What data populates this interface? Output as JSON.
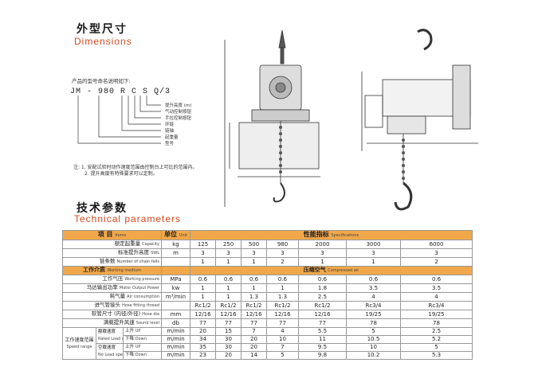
{
  "headings": {
    "dimensions_cn": "外型尺寸",
    "dimensions_en": "Dimensions",
    "technical_cn": "技术参数",
    "technical_en": "Technical parameters"
  },
  "model_naming": {
    "intro": "产品的型号命名说明如下:",
    "code": "JM - 980 R C S Q/3",
    "legend": [
      "提升高度 (m)",
      "气动控制按钮",
      "手拉控制按钮",
      "环链",
      "链轴",
      "起重量",
      "型号"
    ]
  },
  "notes": {
    "n1": "注: 1. 安配试验时动作速度范围由控制台上可比的范围内。",
    "n2": "2. 提升高度有特殊要求可以定制。"
  },
  "table": {
    "header": {
      "item_cn": "项 目",
      "item_en": "Items",
      "unit_cn": "单位",
      "unit_en": "Unit",
      "perf_cn": "性能指标",
      "perf_en": "Specifications"
    },
    "capacity": {
      "cn": "额定起重量",
      "en": "Capacity",
      "unit": "kg",
      "values": [
        "125",
        "250",
        "500",
        "980",
        "2000",
        "3000",
        "6000"
      ]
    },
    "lift": {
      "cn": "标准提升高度",
      "en": "SWL",
      "unit": "m",
      "values": [
        "3",
        "3",
        "3",
        "3",
        "3",
        "3",
        "3"
      ]
    },
    "chains": {
      "cn": "链条数",
      "en": "Number of chain falls",
      "unit": "",
      "values": [
        "1",
        "1",
        "1",
        "2",
        "1",
        "1",
        "2"
      ]
    },
    "medium": {
      "cn": "工作介质",
      "en": "Working medium",
      "value_cn": "压缩空气",
      "value_en": "Compressed air"
    },
    "pressure": {
      "cn": "工作气压",
      "en": "Working pressure",
      "unit": "MPa",
      "values": [
        "0.6",
        "0.6",
        "0.6",
        "0.6",
        "0.6",
        "0.6",
        "0.6"
      ]
    },
    "motor": {
      "cn": "马达输出功率",
      "en": "Motor Output Power",
      "unit": "kw",
      "values": [
        "1",
        "1",
        "1",
        "1",
        "1.8",
        "3.5",
        "3.5"
      ]
    },
    "air": {
      "cn": "耗气量",
      "en": "Air consumption",
      "unit": "m³/min",
      "values": [
        "1",
        "1",
        "1.3",
        "1.3",
        "2.5",
        "4",
        "4"
      ]
    },
    "fitting": {
      "cn": "进气管接头",
      "en": "Hose fitting thread",
      "unit": "",
      "values": [
        "Rc1/2",
        "Rc1/2",
        "Rc1/2",
        "Rc1/2",
        "Rc1/2",
        "Rc3/4",
        "Rc3/4"
      ]
    },
    "hose": {
      "cn": "软管尺寸 (内径/外径)",
      "en": "Hose dia",
      "unit": "mm",
      "values": [
        "12/16",
        "12/16",
        "12/16",
        "12/16",
        "12/16",
        "19/25",
        "19/25"
      ]
    },
    "sound": {
      "cn": "满载提升风速",
      "en": "Sound level",
      "unit": "db",
      "values": [
        "77",
        "77",
        "77",
        "77",
        "77",
        "78",
        "78"
      ]
    },
    "speed": {
      "cn": "工作速度范围",
      "en": "Speed range",
      "full_cn": "额载速度",
      "full_en": "Rated Load speed",
      "noload_cn": "空载速度",
      "noload_en": "No Load speed",
      "up_cn": "上升",
      "up_en": "UP",
      "down_cn": "下降",
      "down_en": "Down",
      "unit": "m/min",
      "full_up": [
        "20",
        "15",
        "7",
        "4",
        "5.5",
        "5",
        "2.5"
      ],
      "full_down": [
        "34",
        "30",
        "20",
        "10",
        "11",
        "10.5",
        "5.2"
      ],
      "noload_up": [
        "35",
        "30",
        "20",
        "7",
        "9.5",
        "10",
        "5"
      ],
      "noload_down": [
        "23",
        "20",
        "14",
        "5",
        "9.8",
        "10.2",
        "5.3"
      ]
    }
  }
}
